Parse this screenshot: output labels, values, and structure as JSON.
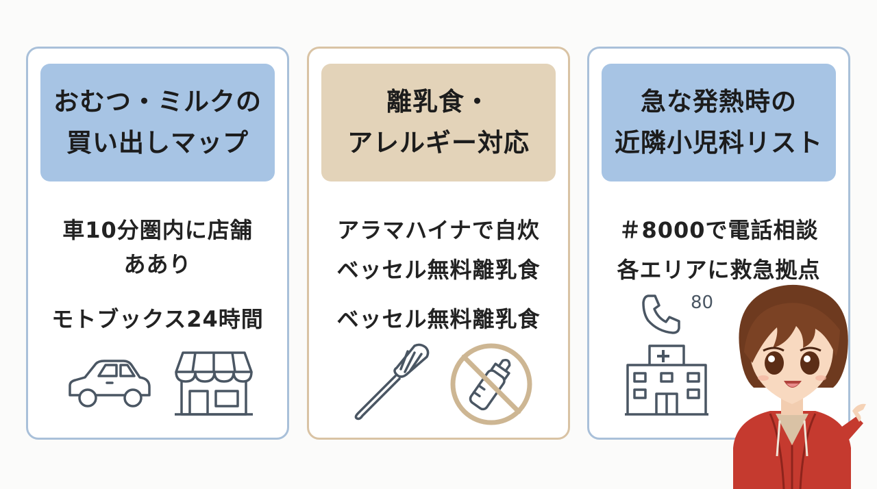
{
  "cards": [
    {
      "header": [
        "おむつ・ミルクの",
        "買い出しマップ"
      ],
      "lines": [
        "車10分圏内に店舗",
        "ああり",
        "モトブックス24時間"
      ],
      "icons": [
        "car-icon",
        "storefront-icon"
      ]
    },
    {
      "header": [
        "離乳食・",
        "アレルギー対応"
      ],
      "lines": [
        "アラマハイナで自炊",
        "ベッセル無料離乳食",
        "ベッセル無料離乳食"
      ],
      "icons": [
        "spatula-icon",
        "no-baby-bottle-icon"
      ]
    },
    {
      "header": [
        "急な発熱時の",
        "近隣小児科リスト"
      ],
      "lines": [
        "＃8000で電話相談",
        "各エリアに救急拠点"
      ],
      "phone_badge": "80",
      "icons": [
        "phone-icon",
        "hospital-icon",
        "character-illustration"
      ]
    }
  ],
  "colors": {
    "blue_border": "#a9c0d9",
    "blue_header": "#a7c4e4",
    "tan_border": "#d9c3a4",
    "tan_header": "#e3d3b9",
    "icon_stroke": "#4a5663",
    "tan_icon": "#cdb693"
  }
}
